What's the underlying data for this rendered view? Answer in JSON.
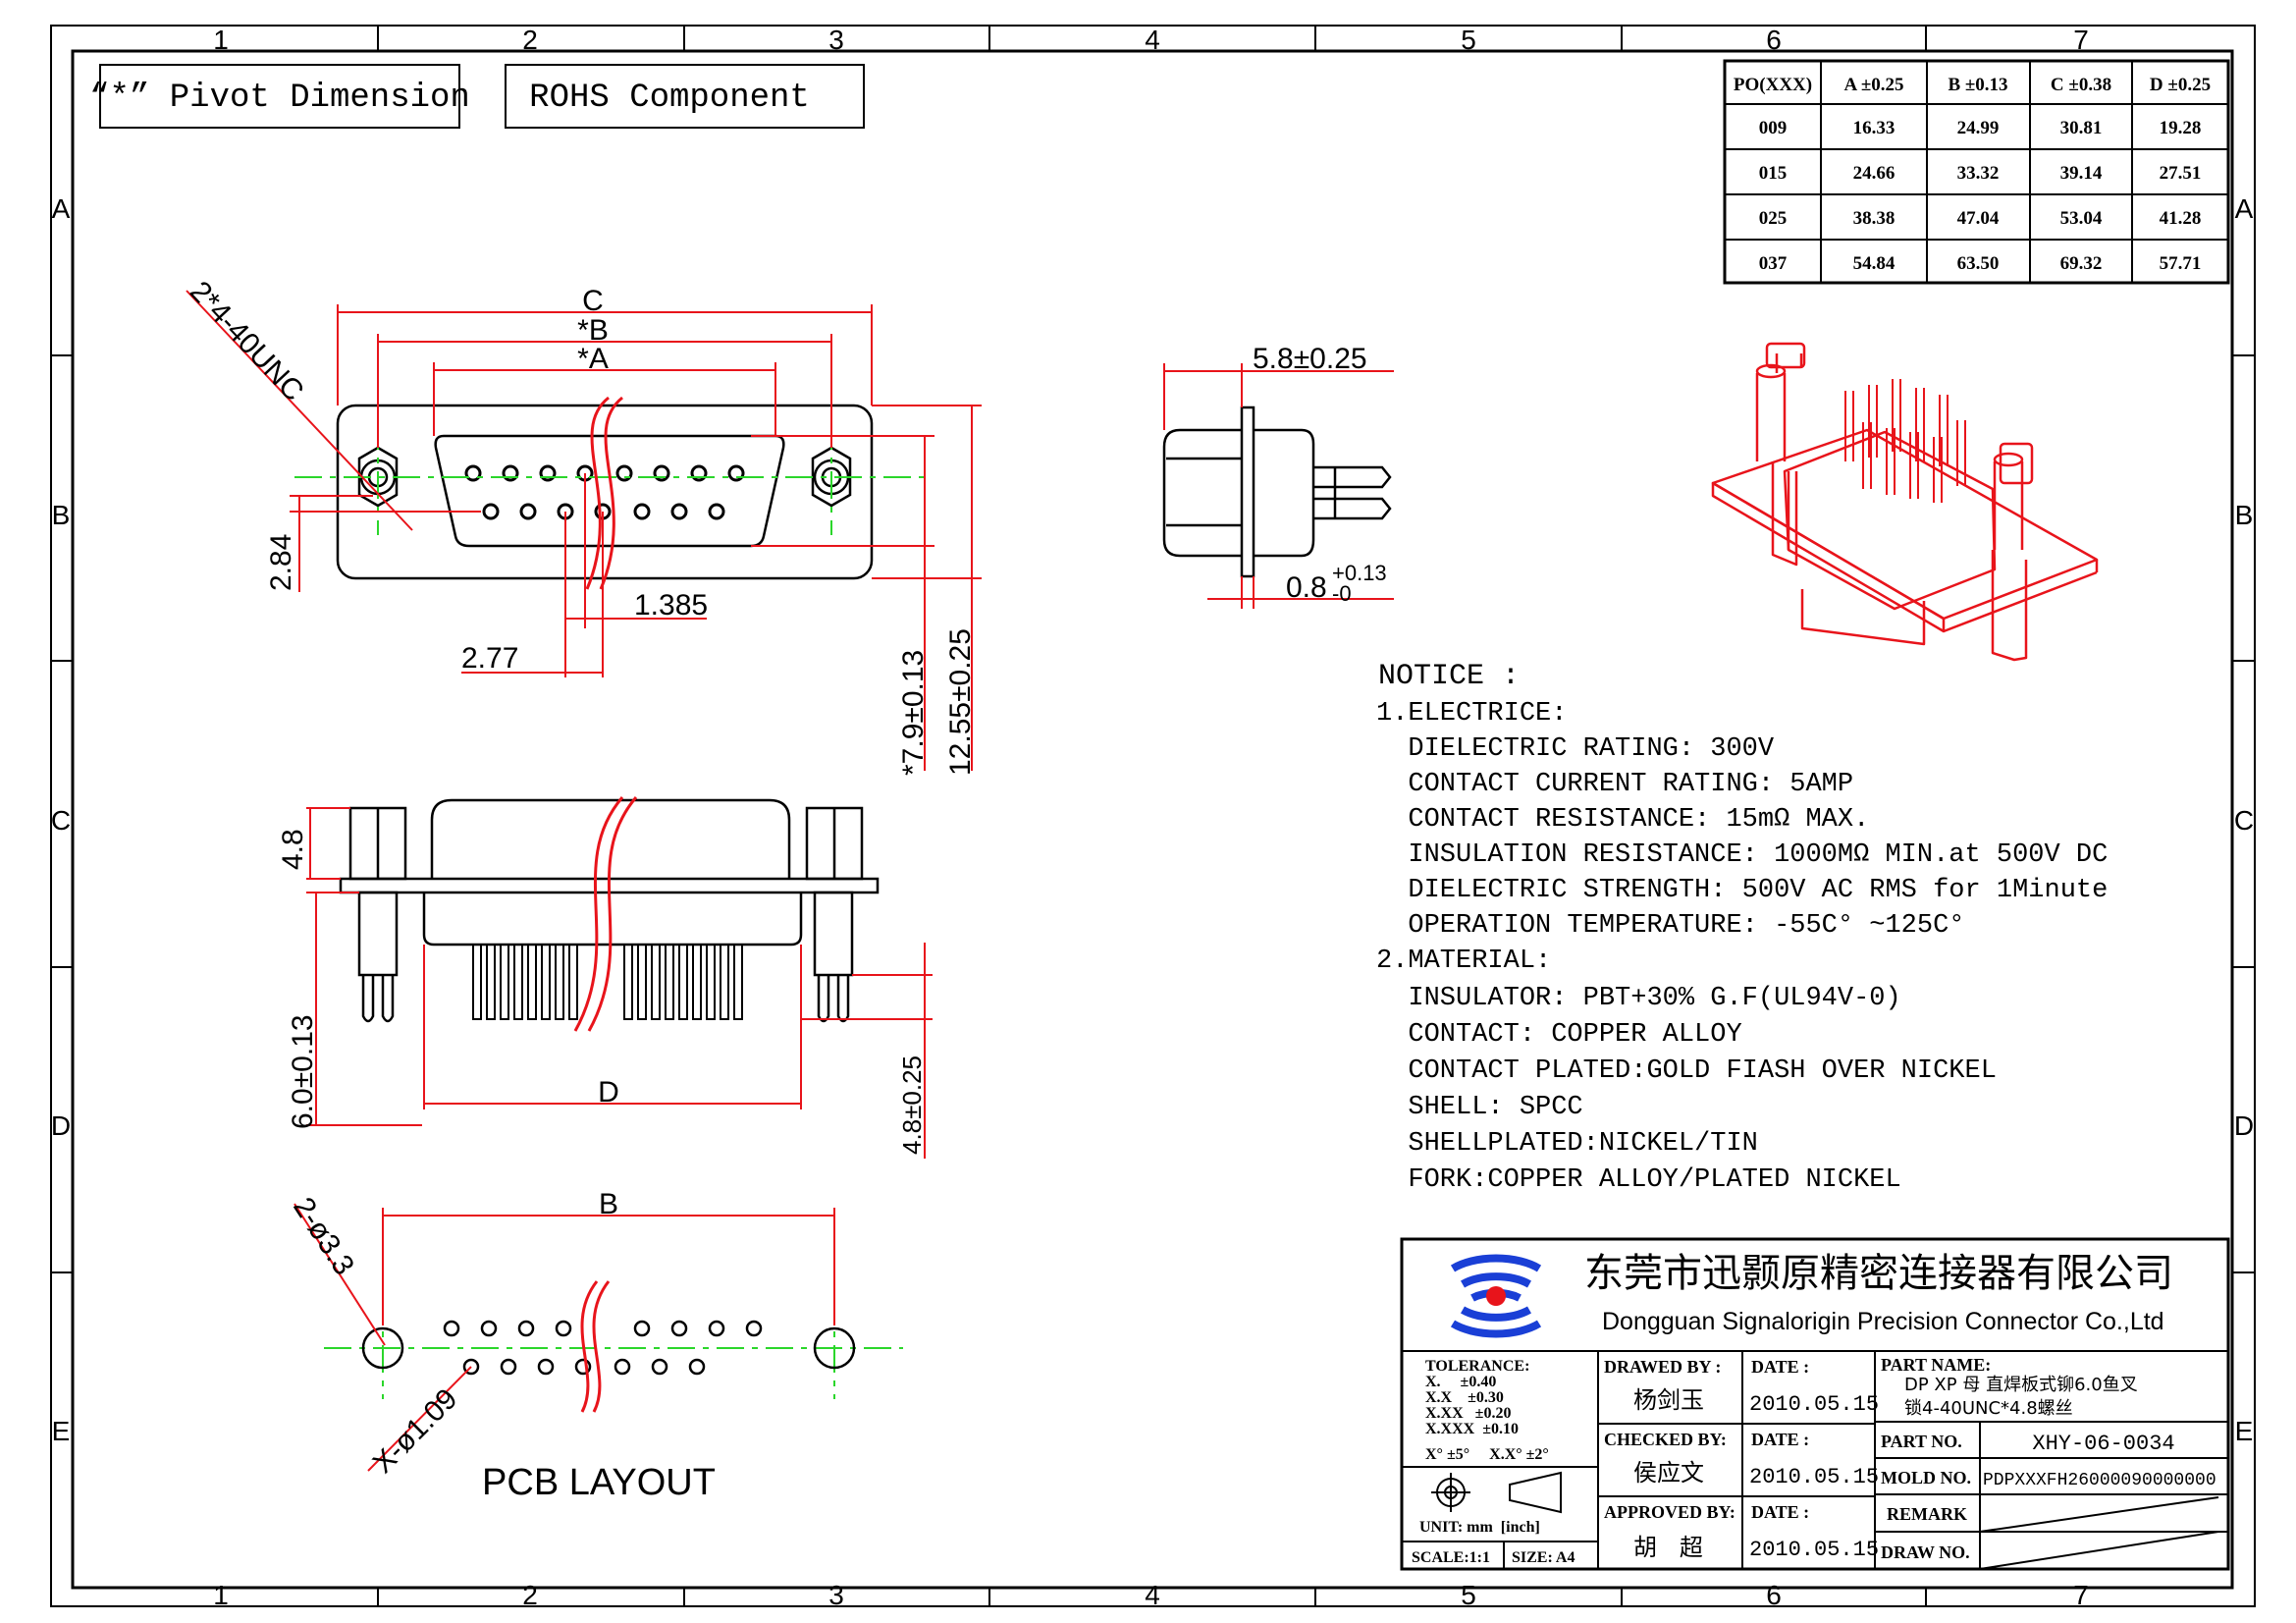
{
  "frame": {
    "col_numbers": [
      "1",
      "2",
      "3",
      "4",
      "5",
      "6",
      "7"
    ],
    "row_letters": [
      "A",
      "B",
      "C",
      "D",
      "E"
    ]
  },
  "header": {
    "pivot_box": "“*” Pivot Dimension",
    "rohs_box": "ROHS Component"
  },
  "dim_table": {
    "headers": [
      "PO(XXX)",
      "A ±0.25",
      "B ±0.13",
      "C ±0.38",
      "D ±0.25"
    ],
    "rows": [
      [
        "009",
        "16.33",
        "24.99",
        "30.81",
        "19.28"
      ],
      [
        "015",
        "24.66",
        "33.32",
        "39.14",
        "27.51"
      ],
      [
        "025",
        "38.38",
        "47.04",
        "53.04",
        "41.28"
      ],
      [
        "037",
        "54.84",
        "63.50",
        "69.32",
        "57.71"
      ]
    ]
  },
  "front_view": {
    "dim_c": "C",
    "dim_b": "*B",
    "dim_a": "*A",
    "thread_callout": "2*4-40UNC",
    "dim_284": "2.84",
    "dim_1385": "1.385",
    "dim_277": "2.77",
    "dim_79": "*7.9±0.13",
    "dim_1255": "12.55±0.25"
  },
  "side_view": {
    "dim_58": "5.8±0.25",
    "dim_08": "0.8",
    "dim_08_tol_upper": "+0.13",
    "dim_08_tol_lower": "-0"
  },
  "bottom_view": {
    "dim_48": "4.8",
    "dim_60": "6.0±0.13",
    "dim_d": "D",
    "dim_48b": "4.8±0.25"
  },
  "pcb": {
    "dim_b": "B",
    "hole_33": "2-ø3.3",
    "hole_109": "X-ø1.09",
    "title": "PCB  LAYOUT"
  },
  "notice": {
    "title": "NOTICE :",
    "lines": [
      "1.ELECTRICE:",
      "  DIELECTRIC RATING: 300V",
      "  CONTACT CURRENT RATING: 5AMP",
      "  CONTACT RESISTANCE: 15mΩ MAX.",
      "  INSULATION RESISTANCE: 1000MΩ MIN.at 500V DC",
      "  DIELECTRIC STRENGTH: 500V AC RMS for 1Minute",
      "  OPERATION TEMPERATURE: -55C° ~125C°",
      "2.MATERIAL:",
      "  INSULATOR: PBT+30% G.F(UL94V-0)",
      "  CONTACT: COPPER ALLOY",
      "  CONTACT PLATED:GOLD FIASH OVER NICKEL",
      "  SHELL: SPCC",
      "  SHELLPLATED:NICKEL/TIN",
      "  FORK:COPPER ALLOY/PLATED NICKEL"
    ]
  },
  "title_block": {
    "company_cn": "东莞市迅颢原精密连接器有限公司",
    "company_en": "Dongguan Signalorigin Precision Connector Co.,Ltd",
    "tolerance_label": "TOLERANCE:",
    "tol_lines": [
      "X.     ±0.40",
      "X.X    ±0.30",
      "X.XX   ±0.20",
      "X.XXX  ±0.10"
    ],
    "angle_tol": "X° ±5°     X.X° ±2°",
    "unit": "UNIT: mm  [inch]",
    "scale": "SCALE:1:1",
    "size": "SIZE: A4",
    "drawed_by_label": "DRAWED BY :",
    "drawed_by": "杨剑玉",
    "checked_by_label": "CHECKED BY:",
    "checked_by": "侯应文",
    "approved_by_label": "APPROVED BY:",
    "approved_by": "胡   超",
    "date_label": "DATE :",
    "date1": "2010.05.15",
    "date2": "2010.05.15",
    "date3": "2010.05.15",
    "part_name_label": "PART NAME:",
    "part_name_1": "DP XP 母 直焊板式铆6.0鱼叉",
    "part_name_2": "锁4-40UNC*4.8螺丝",
    "part_no_label": "PART NO.",
    "part_no": "XHY-06-0034",
    "mold_no_label": "MOLD NO.",
    "mold_no": "PDPXXXFH26000090000000",
    "remark_label": "REMARK",
    "draw_no_label": "DRAW NO."
  },
  "colors": {
    "red": "#e8141b",
    "green": "#2bd62b",
    "blue": "#1a3fd6",
    "black": "#000000"
  }
}
